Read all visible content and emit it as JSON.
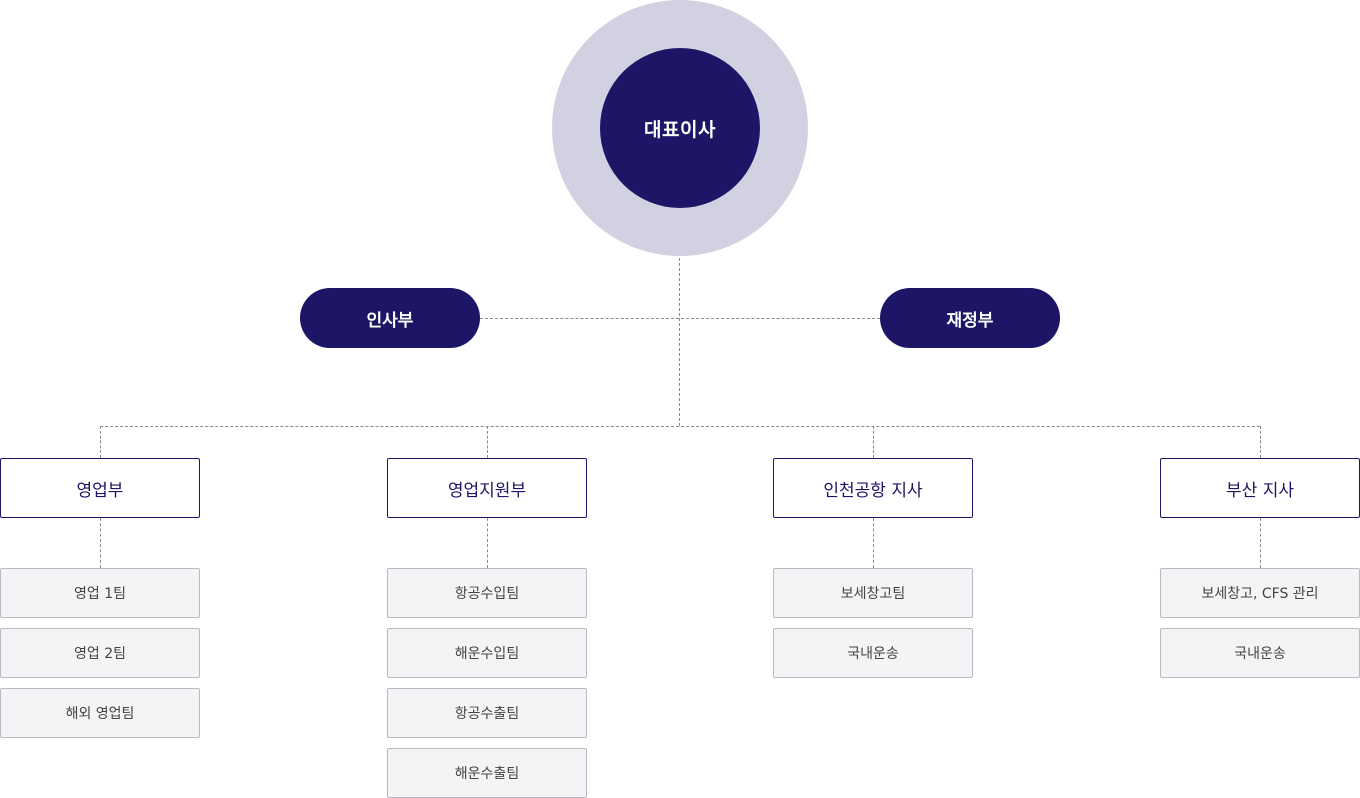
{
  "ceo": {
    "label": "대표이사"
  },
  "staff": {
    "left": {
      "label": "인사부"
    },
    "right": {
      "label": "재정부"
    }
  },
  "departments": [
    {
      "label": "영업부",
      "teams": [
        "영업 1팀",
        "영업 2팀",
        "해외 영업팀"
      ]
    },
    {
      "label": "영업지원부",
      "teams": [
        "항공수입팀",
        "해운수입팀",
        "항공수출팀",
        "해운수출팀"
      ]
    },
    {
      "label": "인천공항 지사",
      "teams": [
        "보세창고팀",
        "국내운송"
      ]
    },
    {
      "label": "부산 지사",
      "teams": [
        "보세창고, CFS 관리",
        "국내운송"
      ]
    }
  ],
  "colors": {
    "primary": "#1d1566",
    "halo": "#d2d1e1",
    "team_bg": "#f4f4f7",
    "team_border": "#b9b9c4",
    "connector": "#8a8a8a"
  }
}
